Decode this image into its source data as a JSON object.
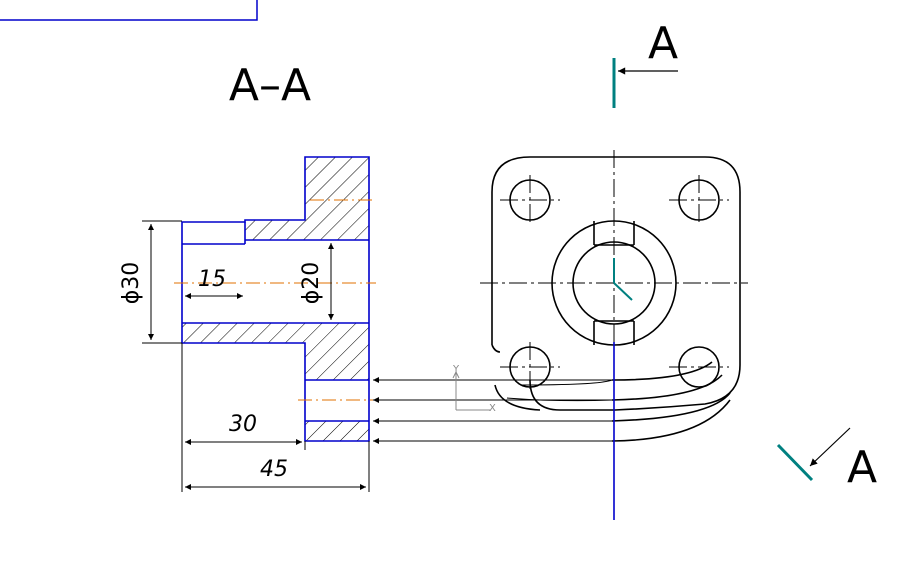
{
  "section_title": "A–A",
  "view_marks": {
    "top": "A",
    "side": "A"
  },
  "dimensions": {
    "d30": "ϕ30",
    "d20": "ϕ20",
    "len15": "15",
    "len30": "30",
    "len45": "45"
  },
  "coordinate_axes": {
    "x": "X",
    "y": "Y"
  },
  "colors": {
    "outline": "#0000cc",
    "line": "#000000",
    "centerline": "#e07000",
    "cut_mark": "#008080",
    "hatch": "#000000",
    "axis_icon": "#888888"
  }
}
